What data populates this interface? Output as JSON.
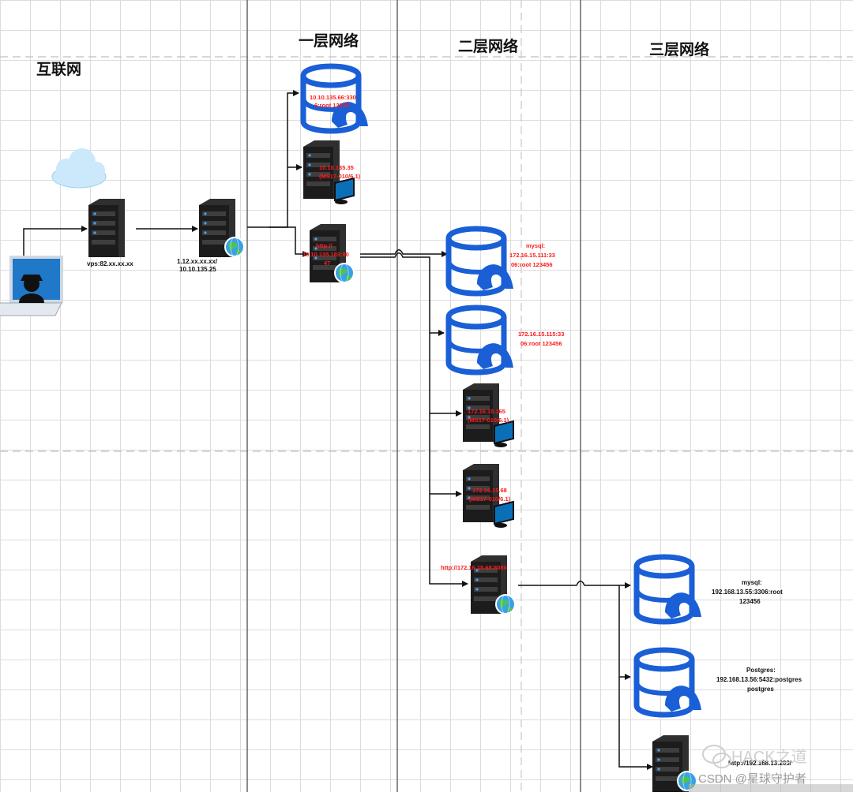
{
  "zones": {
    "internet": "互联网",
    "layer1": "一层网络",
    "layer2": "二层网络",
    "layer3": "三层网络"
  },
  "nodes": {
    "vps_label": "vps:82.xx.xx.xx",
    "gateway_label_1": "1.12.xx.xx.xx/",
    "gateway_label_2": "10.10.135.25",
    "l1_db_label_1": "10.10.135.66:330",
    "l1_db_label_2": "6:root 12345",
    "l1_pc_label_1": "10.10.135.35",
    "l1_pc_label_2": "(MS17-010/6.1)",
    "l1_web_label_1": "http://",
    "l1_web_label_2": "10.10.135.183:80",
    "l1_web_label_3": "47",
    "l2_mysql1_label_1": "mysql:",
    "l2_mysql1_label_2": "172.16.15.111:33",
    "l2_mysql1_label_3": "06:root 123456",
    "l2_mysql2_label_1": "172.16.15.115:33",
    "l2_mysql2_label_2": "06:root 123456",
    "l2_pc1_label_1": "172.16.15.165",
    "l2_pc1_label_2": "(MS17-010/6.1)",
    "l2_pc2_label_1": "172.16.15.68",
    "l2_pc2_label_2": "(MS17-010/6.1)",
    "l2_web_label": "http://172.16.15.68:8080",
    "l3_mysql_label_1": "mysql:",
    "l3_mysql_label_2": "192.168.13.55:3306:root",
    "l3_mysql_label_3": "123456",
    "l3_pg_label_1": "Postgres:",
    "l3_pg_label_2": "192.168.13.56:5432:postgres",
    "l3_pg_label_3": "postgres",
    "l3_web_label": "http://192.168.13.203/"
  },
  "watermark": {
    "line1": "HACK之道",
    "line2": "CSDN @星球守护者"
  },
  "colors": {
    "database": "#1a5fd6",
    "server": "#2b2b2b",
    "label_red": "#ff1a1a",
    "cloud": "#bfe3f7"
  }
}
